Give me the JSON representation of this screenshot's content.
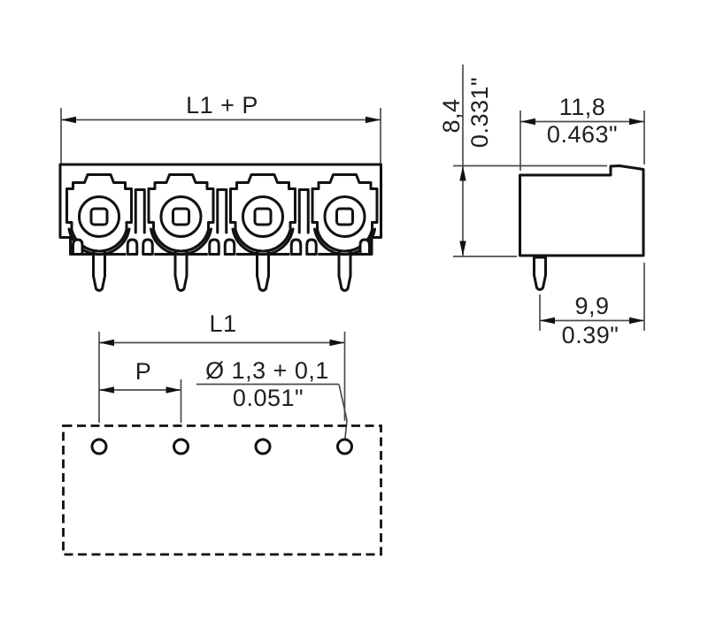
{
  "drawing": {
    "type": "connector-dimensional-drawing",
    "poles": 4,
    "colors": {
      "background": "#ffffff",
      "outline": "#111111",
      "dimension_lines": "#4d4d4d",
      "text": "#1f1f1f"
    },
    "front_view": {
      "overall_width_label": "L1 + P"
    },
    "side_view": {
      "height_mm": "8,4",
      "height_in": "0.331\"",
      "depth_mm": "11,8",
      "depth_in": "0.463\"",
      "pin_to_edge_mm": "9,9",
      "pin_to_edge_in": "0.39\""
    },
    "drill_plan": {
      "row_length_label": "L1",
      "pitch_label": "P",
      "hole_diameter_mm": "Ø 1,3 + 0,1",
      "hole_diameter_in": "0.051\"",
      "hole_count": 4
    }
  }
}
